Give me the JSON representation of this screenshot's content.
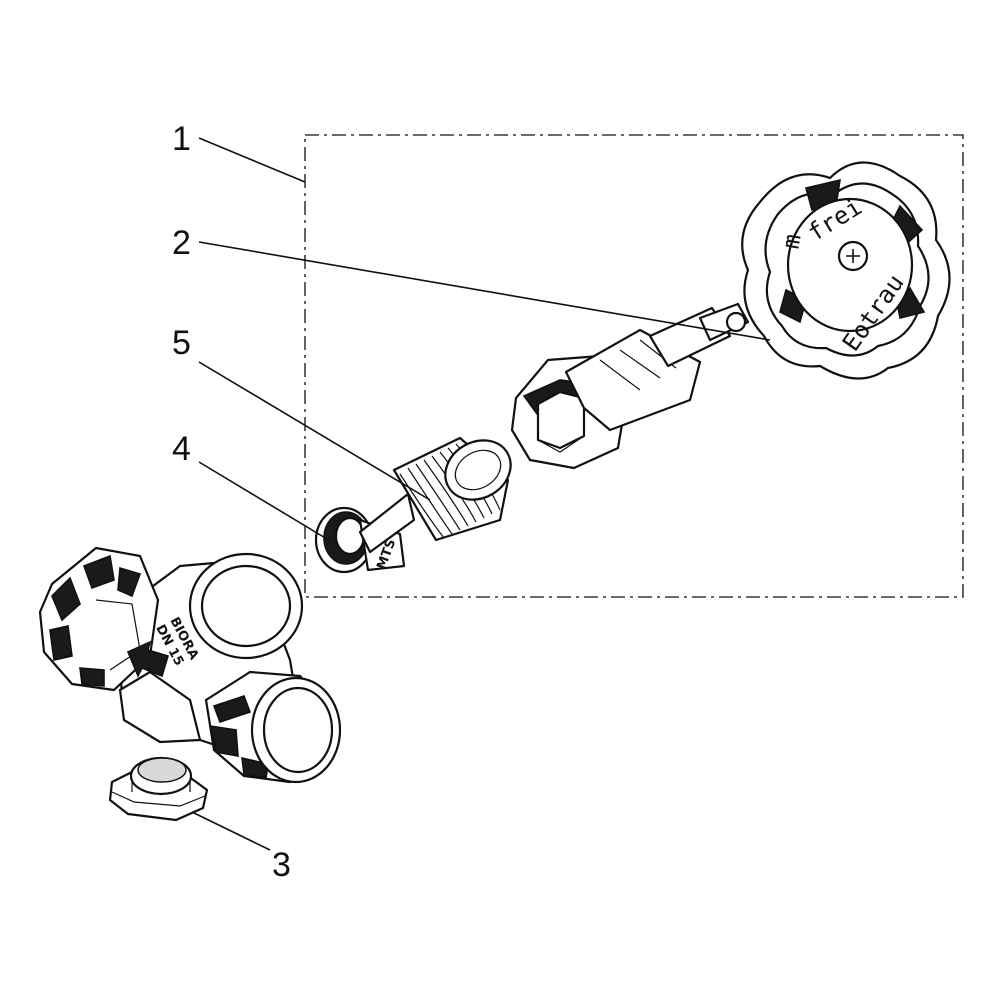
{
  "callouts": [
    {
      "id": "1",
      "label": "1"
    },
    {
      "id": "2",
      "label": "2"
    },
    {
      "id": "3",
      "label": "3"
    },
    {
      "id": "4",
      "label": "4"
    },
    {
      "id": "5",
      "label": "5"
    }
  ],
  "handwheel": {
    "text_top": "frei",
    "text_bottom": "Eotrau",
    "side_mark": "m"
  },
  "colors": {
    "line": "#111111",
    "fill": "#ffffff",
    "shade": "#d8d8d8"
  }
}
